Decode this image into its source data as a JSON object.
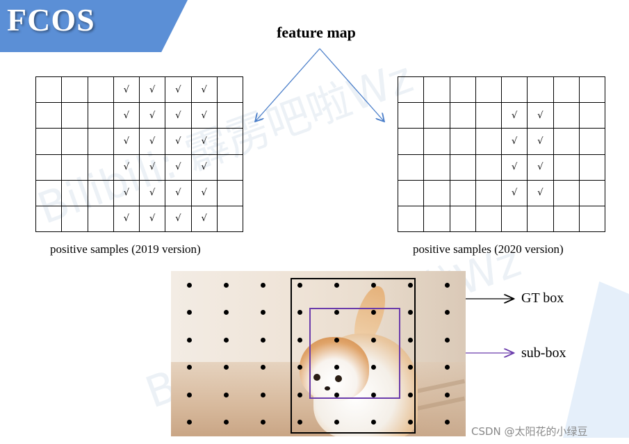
{
  "banner": {
    "title": "FCOS",
    "color": "#5b8fd6"
  },
  "feature_map_title": "feature map",
  "grid_2019": {
    "caption": "positive samples (2019 version)",
    "rows": 6,
    "cols": 8,
    "check_glyph": "√",
    "checked_cells": [
      [
        0,
        3
      ],
      [
        0,
        4
      ],
      [
        0,
        5
      ],
      [
        0,
        6
      ],
      [
        1,
        3
      ],
      [
        1,
        4
      ],
      [
        1,
        5
      ],
      [
        1,
        6
      ],
      [
        2,
        3
      ],
      [
        2,
        4
      ],
      [
        2,
        5
      ],
      [
        2,
        6
      ],
      [
        3,
        3
      ],
      [
        3,
        4
      ],
      [
        3,
        5
      ],
      [
        3,
        6
      ],
      [
        4,
        3
      ],
      [
        4,
        4
      ],
      [
        4,
        5
      ],
      [
        4,
        6
      ],
      [
        5,
        3
      ],
      [
        5,
        4
      ],
      [
        5,
        5
      ],
      [
        5,
        6
      ]
    ]
  },
  "grid_2020": {
    "caption": "positive samples (2020 version)",
    "rows": 6,
    "cols": 8,
    "check_glyph": "√",
    "checked_cells": [
      [
        1,
        4
      ],
      [
        1,
        5
      ],
      [
        2,
        4
      ],
      [
        2,
        5
      ],
      [
        3,
        4
      ],
      [
        3,
        5
      ],
      [
        4,
        4
      ],
      [
        4,
        5
      ]
    ]
  },
  "image_panel": {
    "dot_rows": 6,
    "dot_cols": 8,
    "gt_label": "GT box",
    "sub_label": "sub-box",
    "gt_color": "#000000",
    "sub_color": "#6a3bab"
  },
  "watermark": "Bilibili: 霹雳吧啦Wz",
  "credit": "CSDN @太阳花的小绿豆",
  "arrow_color": "#4a7ec9"
}
